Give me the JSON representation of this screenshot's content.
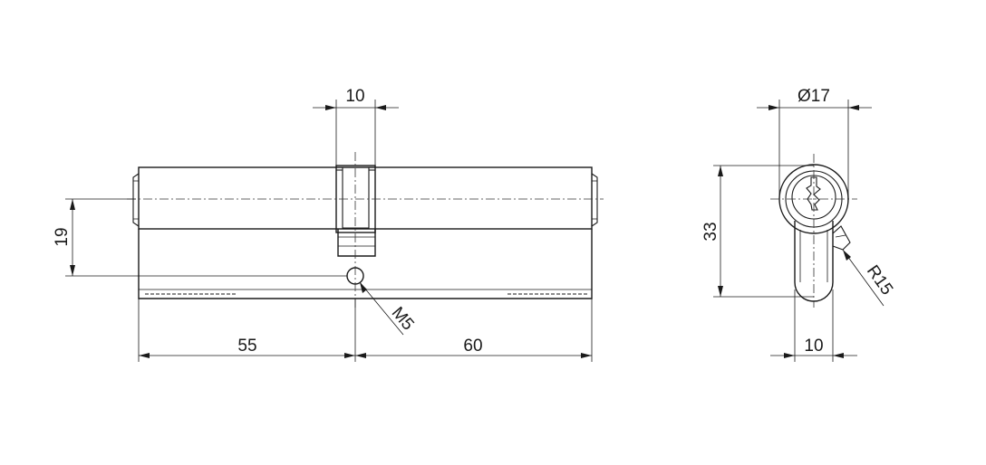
{
  "dimensions": {
    "cam_width": "10",
    "height_19": "19",
    "length_left": "55",
    "length_right": "60",
    "screw": "M5",
    "diameter": "Ø17",
    "height_33": "33",
    "width_bottom": "10",
    "radius": "R15"
  }
}
